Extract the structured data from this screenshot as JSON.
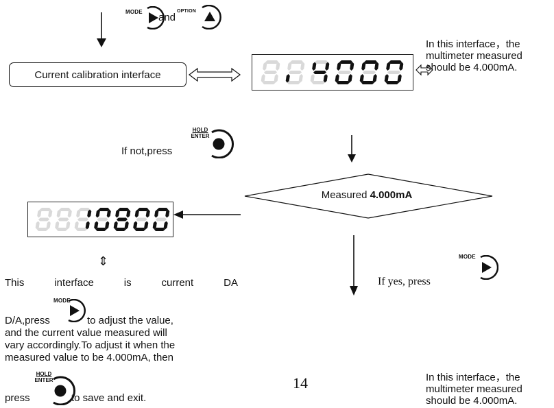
{
  "buttons": {
    "mode_label": "MODE",
    "option_label": "OPTION",
    "hold_label": "HOLD",
    "enter_label": "ENTER"
  },
  "top": {
    "and_text": "and"
  },
  "current_calibration": {
    "label": "Current calibration interface"
  },
  "display1": {
    "digits": [
      "8",
      "8",
      "4",
      "0",
      "0",
      "0"
    ],
    "lit": [
      false,
      false,
      true,
      true,
      true,
      true
    ],
    "decimal_after": 1,
    "first_segment_lit": "1"
  },
  "note_top": {
    "line1": "In this interface，the",
    "line2": "multimeter measured",
    "line3": "should be 4.000mA."
  },
  "if_not": {
    "text": "If not,press"
  },
  "diamond": {
    "prefix": "Measured ",
    "value": "4.000mA"
  },
  "display2": {
    "digits": [
      "8",
      "8",
      "1",
      "0",
      "8",
      "0",
      "0"
    ],
    "lit": [
      false,
      false,
      true,
      true,
      true,
      true,
      true
    ]
  },
  "up_down_arrow": "⇕",
  "paragraph": {
    "line1_words": [
      "This",
      "interface",
      "is",
      "current",
      "DA"
    ],
    "line2_before": "D/A,press",
    "line2_after": "to adjust the value,",
    "line3": "and the current value measured will",
    "line4": "vary accordingly.To adjust it when the",
    "line5": "measured value to be 4.000mA, then",
    "line6_before": "press",
    "line6_after": "to save and exit."
  },
  "if_yes": {
    "text": "If yes, press"
  },
  "note_bottom": {
    "line1": "In this interface，the",
    "line2": "multimeter measured",
    "line3": "should be 4.000mA."
  },
  "page_number": "14",
  "colors": {
    "lcd_lit": "#111111",
    "lcd_dim": "#d9d9d9",
    "line": "#111111"
  }
}
